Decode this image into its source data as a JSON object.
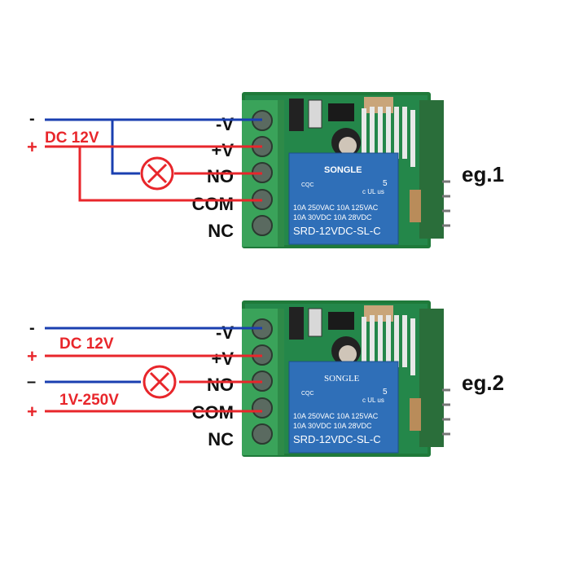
{
  "colors": {
    "wire_negative": "#1a3fb0",
    "wire_positive": "#e8262b",
    "pcb": "#1f7a3a",
    "terminal": "#3aa35a",
    "relay": "#2f6fb8",
    "text": "#111111"
  },
  "terminal_labels": [
    "-V",
    "+V",
    "NO",
    "COM",
    "NC"
  ],
  "relay": {
    "brand": "SONGLE",
    "ratings_1": "10A 250VAC  10A 125VAC",
    "ratings_2": "10A  30VDC  10A  28VDC",
    "model": "SRD-12VDC-SL-C",
    "cert_mark": "CQC",
    "ul_mark": "c UL us",
    "ul_num": "5"
  },
  "example1": {
    "title": "eg.1",
    "minus_sign": "-",
    "plus_sign": "+",
    "supply_label": "DC 12V",
    "lamp_icon": "lamp-icon"
  },
  "example2": {
    "title": "eg.2",
    "minus_sign": "-",
    "plus_sign": "+",
    "supply_label": "DC 12V",
    "load_minus_sign": "–",
    "load_plus_sign": "+",
    "load_label": "1V-250V",
    "lamp_icon": "lamp-icon"
  }
}
